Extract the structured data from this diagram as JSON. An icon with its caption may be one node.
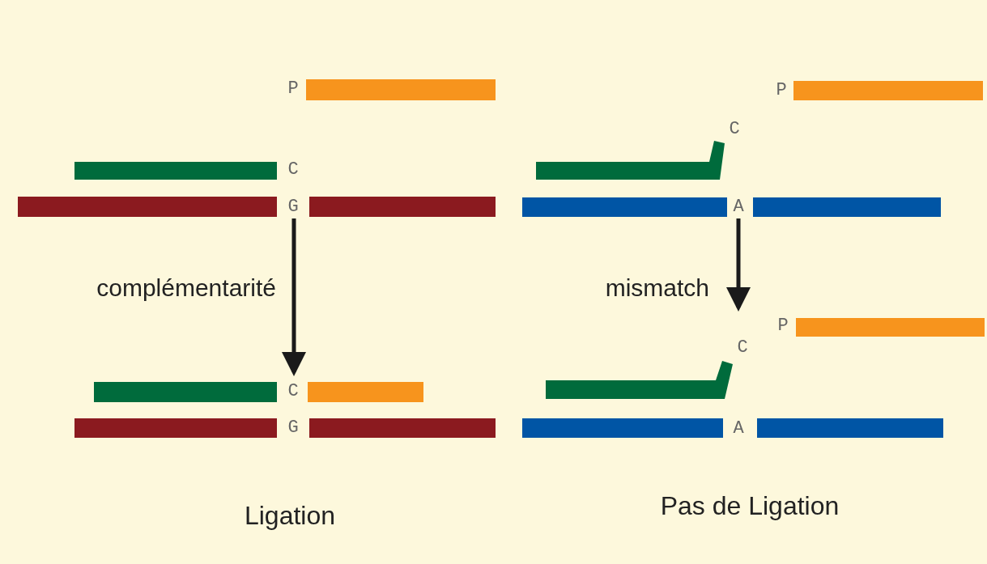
{
  "diagram": {
    "nodes": [
      {
        "text": [],
        "shape": "picture"
      },
      {
        "text": [],
        "shape": "picture"
      },
      {
        "text": [],
        "shape": "picture"
      },
      {
        "text": [],
        "shape": "picture"
      }
    ],
    "edges": [
      {
        "from": 0,
        "to": 1,
        "arrow": "to",
        "label": "complémentarité"
      },
      {
        "from": 2,
        "to": 3,
        "arrow": "to",
        "label": "mismatch"
      }
    ],
    "labels": [
      "P",
      "P",
      "C",
      "C",
      "G",
      "A",
      "P",
      "C",
      "C",
      "G",
      "A",
      "Ligation",
      "Pas de Ligation"
    ]
  }
}
